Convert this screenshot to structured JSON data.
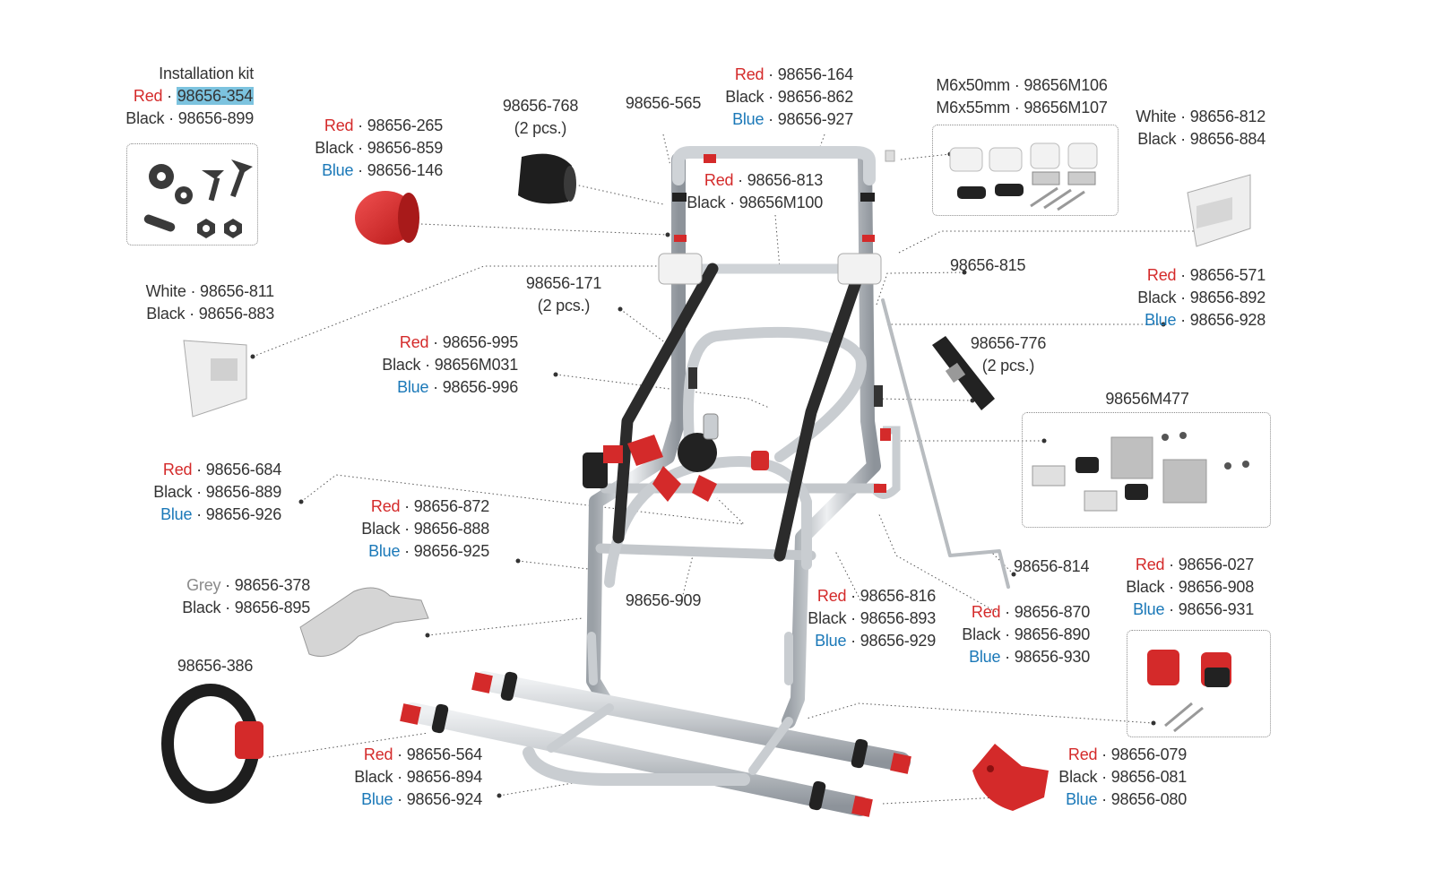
{
  "colors": {
    "red": "#d42a2a",
    "blue": "#1a78b8",
    "grey": "#8a8a8a",
    "frame": "#c9ccd0",
    "highlight": "#7cc3df"
  },
  "labels": {
    "install_kit": {
      "title": "Installation kit",
      "rows": [
        {
          "color": "Red",
          "sep": " · ",
          "code": "98656-354",
          "highlighted": true
        },
        {
          "color": "Black",
          "sep": " · ",
          "code": "98656-899"
        }
      ]
    },
    "p265": {
      "rows": [
        {
          "color": "Red",
          "sep": " · ",
          "code": "98656-265"
        },
        {
          "color": "Black",
          "sep": " · ",
          "code": "98656-859"
        },
        {
          "color": "Blue",
          "sep": " · ",
          "code": "98656-146"
        }
      ]
    },
    "p768": {
      "code": "98656-768",
      "note": "(2 pcs.)"
    },
    "p565": {
      "code": "98656-565"
    },
    "p164": {
      "rows": [
        {
          "color": "Red",
          "sep": " · ",
          "code": "98656-164"
        },
        {
          "color": "Black",
          "sep": " · ",
          "code": "98656-862"
        },
        {
          "color": "Blue",
          "sep": " · ",
          "code": "98656-927"
        }
      ]
    },
    "p813": {
      "rows": [
        {
          "color": "Red",
          "sep": " · ",
          "code": "98656-813"
        },
        {
          "color": "Black",
          "sep": " · ",
          "code": "98656M100"
        }
      ]
    },
    "screws": {
      "rows": [
        {
          "text": "M6x50mm · 98656M106"
        },
        {
          "text": "M6x55mm · 98656M107"
        }
      ]
    },
    "p812": {
      "rows": [
        {
          "color": "White",
          "sep": " · ",
          "code": "98656-812"
        },
        {
          "color": "Black",
          "sep": " · ",
          "code": "98656-884"
        }
      ]
    },
    "p811": {
      "rows": [
        {
          "color": "White",
          "sep": " · ",
          "code": "98656-811"
        },
        {
          "color": "Black",
          "sep": " · ",
          "code": "98656-883"
        }
      ]
    },
    "p171": {
      "code": "98656-171",
      "note": "(2 pcs.)"
    },
    "p815": {
      "code": "98656-815"
    },
    "p571": {
      "rows": [
        {
          "color": "Red",
          "sep": " · ",
          "code": "98656-571"
        },
        {
          "color": "Black",
          "sep": " · ",
          "code": "98656-892"
        },
        {
          "color": "Blue",
          "sep": " · ",
          "code": "98656-928"
        }
      ]
    },
    "p995": {
      "rows": [
        {
          "color": "Red",
          "sep": " ·  ",
          "code": "98656-995"
        },
        {
          "color": "Black",
          "sep": " · ",
          "code": "98656M031"
        },
        {
          "color": "Blue",
          "sep": " ·  ",
          "code": "98656-996"
        }
      ]
    },
    "p776": {
      "code": "98656-776",
      "note": "(2 pcs.)"
    },
    "m477": {
      "code": "98656M477"
    },
    "p684": {
      "rows": [
        {
          "color": "Red",
          "sep": " · ",
          "code": "98656-684"
        },
        {
          "color": "Black",
          "sep": " · ",
          "code": "98656-889"
        },
        {
          "color": "Blue",
          "sep": " · ",
          "code": "98656-926"
        }
      ]
    },
    "p872": {
      "rows": [
        {
          "color": "Red",
          "sep": " · ",
          "code": "98656-872"
        },
        {
          "color": "Black",
          "sep": " · ",
          "code": "98656-888"
        },
        {
          "color": "Blue",
          "sep": " · ",
          "code": "98656-925"
        }
      ]
    },
    "p378": {
      "rows": [
        {
          "color": "Grey",
          "sep": " · ",
          "code": "98656-378"
        },
        {
          "color": "Black",
          "sep": " · ",
          "code": "98656-895"
        }
      ]
    },
    "p909": {
      "code": "98656-909"
    },
    "p814": {
      "code": "98656-814"
    },
    "p027": {
      "rows": [
        {
          "color": "Red",
          "sep": " · ",
          "code": "98656-027"
        },
        {
          "color": "Black",
          "sep": " · ",
          "code": "98656-908"
        },
        {
          "color": "Blue",
          "sep": " · ",
          "code": "98656-931"
        }
      ]
    },
    "p816": {
      "rows": [
        {
          "color": "Red",
          "sep": " · ",
          "code": "98656-816"
        },
        {
          "color": "Black",
          "sep": " · ",
          "code": "98656-893"
        },
        {
          "color": "Blue",
          "sep": " · ",
          "code": "98656-929"
        }
      ]
    },
    "p870": {
      "rows": [
        {
          "color": "Red",
          "sep": " · ",
          "code": "98656-870"
        },
        {
          "color": "Black",
          "sep": " · ",
          "code": "98656-890"
        },
        {
          "color": "Blue",
          "sep": " · ",
          "code": "98656-930"
        }
      ]
    },
    "p386": {
      "code": "98656-386"
    },
    "p564": {
      "rows": [
        {
          "color": "Red",
          "sep": " · ",
          "code": "98656-564"
        },
        {
          "color": "Black",
          "sep": " · ",
          "code": "98656-894"
        },
        {
          "color": "Blue",
          "sep": " · ",
          "code": "98656-924"
        }
      ]
    },
    "p079": {
      "rows": [
        {
          "color": "Red",
          "sep": " · ",
          "code": "98656-079"
        },
        {
          "color": "Black",
          "sep": " · ",
          "code": "98656-081"
        },
        {
          "color": "Blue",
          "sep": " · ",
          "code": "98656-080"
        }
      ]
    }
  }
}
